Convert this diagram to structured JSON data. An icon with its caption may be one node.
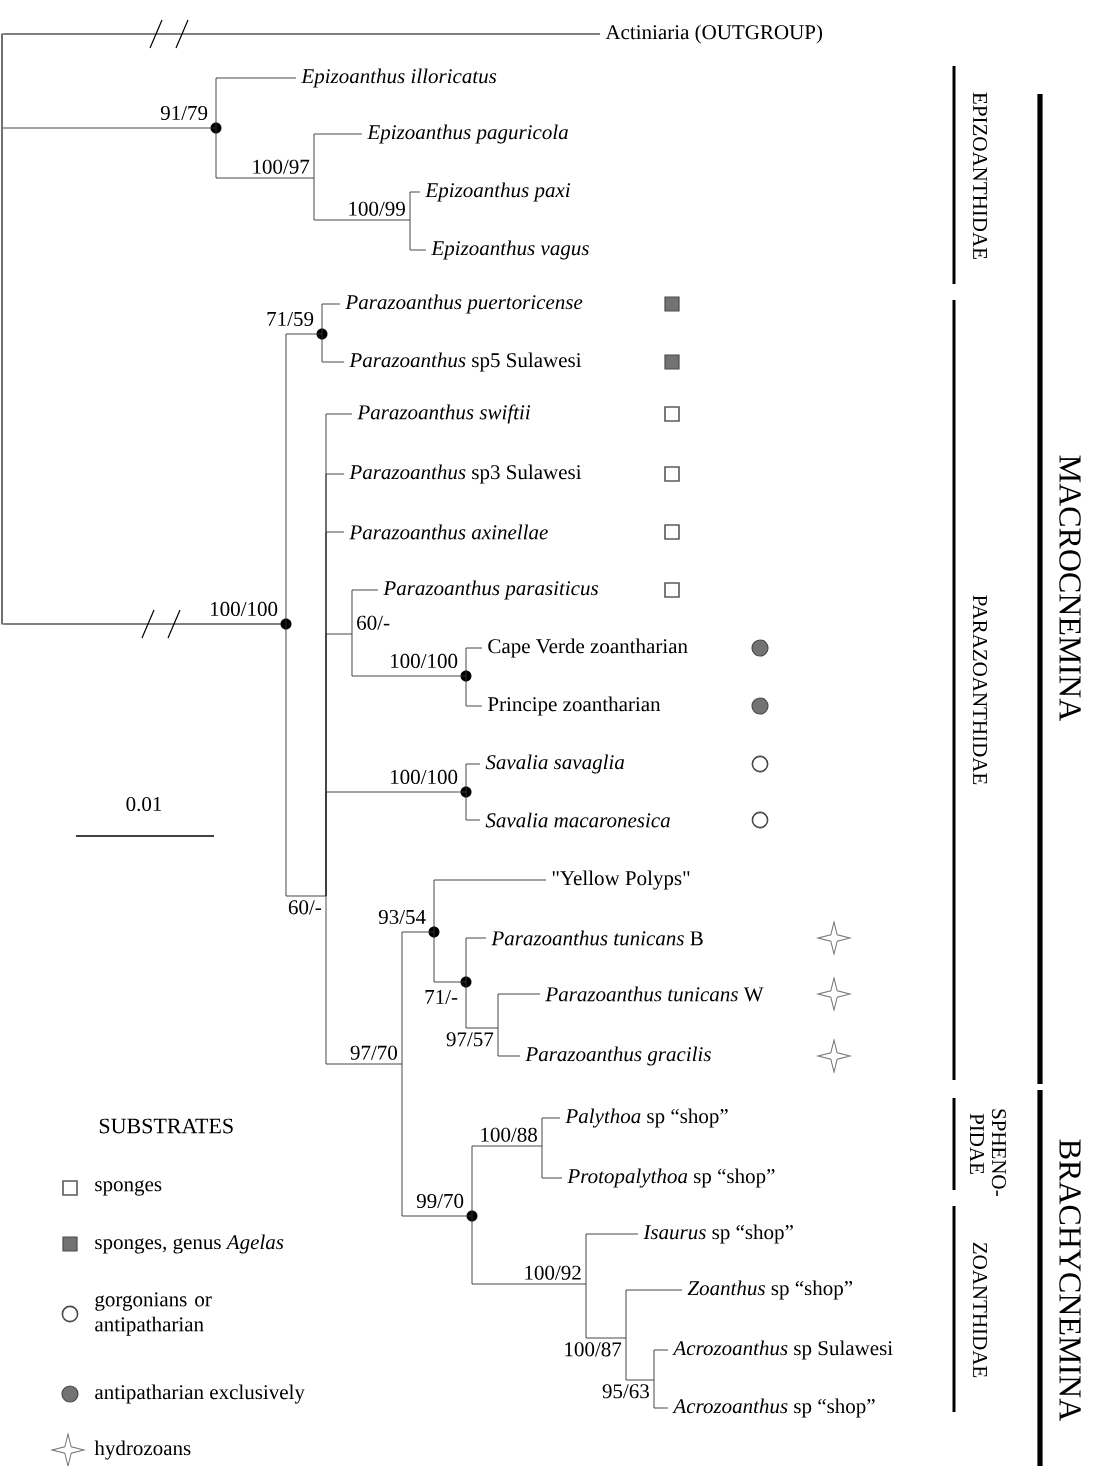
{
  "diagram": {
    "nodes": [
      {
        "text": [],
        "shape": "bar"
      },
      {
        "text": [
          "Actiniaria (OUTGROUP)"
        ]
      },
      {
        "text": [
          "91/79"
        ]
      },
      {
        "text": [
          "Epizoanthus illoricatus"
        ]
      },
      {
        "text": [
          "100/97"
        ]
      },
      {
        "text": [
          "Epizoanthus paguricola"
        ]
      },
      {
        "text": [
          "100/99"
        ]
      },
      {
        "text": [
          "Epizoanthus paxi"
        ]
      },
      {
        "text": [
          "Epizoanthus vagus"
        ]
      },
      {
        "text": [
          "100/100"
        ]
      },
      {
        "text": [
          "71/59"
        ]
      },
      {
        "text": [
          "Parazoanthus puertoricense"
        ]
      },
      {
        "text": [
          "*Parazoanthus* sp5 Sulawesi"
        ]
      },
      {
        "text": [
          "60/-"
        ]
      },
      {
        "text": [
          "Parazoanthus swiftii"
        ]
      },
      {
        "text": [
          "*Parazoanthus* sp3 Sulawesi"
        ]
      },
      {
        "text": [
          "Parazoanthus axinellae"
        ]
      },
      {
        "text": [
          "60/-"
        ]
      },
      {
        "text": [
          "Parazoanthus parasiticus"
        ]
      },
      {
        "text": [
          "100/100"
        ]
      },
      {
        "text": [
          "Cape Verde zoantharian"
        ]
      },
      {
        "text": [
          "Principe zoantharian"
        ]
      },
      {
        "text": [
          "100/100"
        ]
      },
      {
        "text": [
          "Savalia savaglia"
        ]
      },
      {
        "text": [
          "Savalia macaronesica"
        ]
      },
      {
        "text": [
          "97/70"
        ]
      },
      {
        "text": [
          "93/54"
        ]
      },
      {
        "text": [
          "\"Yellow Polyps\""
        ]
      },
      {
        "text": [
          "71/-"
        ]
      },
      {
        "text": [
          "*Parazoanthus tunicans* B"
        ]
      },
      {
        "text": [
          "97/57"
        ]
      },
      {
        "text": [
          "*Parazoanthus tunicans* W"
        ]
      },
      {
        "text": [
          "Parazoanthus gracilis"
        ]
      },
      {
        "text": [
          "99/70"
        ]
      },
      {
        "text": [
          "100/88"
        ]
      },
      {
        "text": [
          "*Palythoa* sp “shop”"
        ]
      },
      {
        "text": [
          "*Protopalythoa* sp “shop”"
        ]
      },
      {
        "text": [
          "100/92"
        ]
      },
      {
        "text": [
          "*Isaurus* sp “shop”"
        ]
      },
      {
        "text": [
          "100/87"
        ]
      },
      {
        "text": [
          "*Zoanthus* sp “shop”"
        ]
      },
      {
        "text": [
          "95/63"
        ]
      },
      {
        "text": [
          "*Acrozoanthus* sp Sulawesi"
        ]
      },
      {
        "text": [
          "*Acrozoanthus* sp “shop”"
        ]
      }
    ],
    "edges": [
      {
        "from": 0,
        "to": 1,
        "arrow": "none"
      },
      {
        "from": 0,
        "to": 2,
        "arrow": "none"
      },
      {
        "from": 0,
        "to": 9,
        "arrow": "none"
      },
      {
        "from": 2,
        "to": 3,
        "arrow": "none"
      },
      {
        "from": 2,
        "to": 4,
        "arrow": "none"
      },
      {
        "from": 4,
        "to": 5,
        "arrow": "none"
      },
      {
        "from": 4,
        "to": 6,
        "arrow": "none"
      },
      {
        "from": 6,
        "to": 7,
        "arrow": "none"
      },
      {
        "from": 6,
        "to": 8,
        "arrow": "none"
      },
      {
        "from": 9,
        "to": 10,
        "arrow": "none"
      },
      {
        "from": 9,
        "to": 13,
        "arrow": "none"
      },
      {
        "from": 10,
        "to": 11,
        "arrow": "none"
      },
      {
        "from": 10,
        "to": 12,
        "arrow": "none"
      },
      {
        "from": 13,
        "to": 14,
        "arrow": "none"
      },
      {
        "from": 13,
        "to": 15,
        "arrow": "none"
      },
      {
        "from": 13,
        "to": 16,
        "arrow": "none"
      },
      {
        "from": 13,
        "to": 17,
        "arrow": "none"
      },
      {
        "from": 13,
        "to": 22,
        "arrow": "none"
      },
      {
        "from": 13,
        "to": 25,
        "arrow": "none"
      },
      {
        "from": 17,
        "to": 18,
        "arrow": "none"
      },
      {
        "from": 17,
        "to": 19,
        "arrow": "none"
      },
      {
        "from": 19,
        "to": 20,
        "arrow": "none"
      },
      {
        "from": 19,
        "to": 21,
        "arrow": "none"
      },
      {
        "from": 22,
        "to": 23,
        "arrow": "none"
      },
      {
        "from": 22,
        "to": 24,
        "arrow": "none"
      },
      {
        "from": 25,
        "to": 26,
        "arrow": "none"
      },
      {
        "from": 25,
        "to": 33,
        "arrow": "none"
      },
      {
        "from": 26,
        "to": 27,
        "arrow": "none"
      },
      {
        "from": 26,
        "to": 28,
        "arrow": "none"
      },
      {
        "from": 28,
        "to": 29,
        "arrow": "none"
      },
      {
        "from": 28,
        "to": 30,
        "arrow": "none"
      },
      {
        "from": 30,
        "to": 31,
        "arrow": "none"
      },
      {
        "from": 30,
        "to": 32,
        "arrow": "none"
      },
      {
        "from": 33,
        "to": 34,
        "arrow": "none"
      },
      {
        "from": 33,
        "to": 37,
        "arrow": "none"
      },
      {
        "from": 34,
        "to": 35,
        "arrow": "none"
      },
      {
        "from": 34,
        "to": 36,
        "arrow": "none"
      },
      {
        "from": 37,
        "to": 38,
        "arrow": "none"
      },
      {
        "from": 37,
        "to": 39,
        "arrow": "none"
      },
      {
        "from": 39,
        "to": 40,
        "arrow": "none"
      },
      {
        "from": 39,
        "to": 41,
        "arrow": "none"
      },
      {
        "from": 41,
        "to": 42,
        "arrow": "none"
      },
      {
        "from": 41,
        "to": 43,
        "arrow": "none"
      }
    ],
    "labels": [
      "EPIZOANTHIDAE",
      "MACROCNEMINA",
      "PARAZOANTHIDAE",
      "0.01",
      "SUBSTRATES",
      "SPHENO- PIDAE",
      "BRACHYCNEMINA",
      "ZOANTHIDAE"
    ],
    "legend": [
      {
        "text": "sponges"
      },
      {
        "text": "sponges, genus *Agelas*"
      },
      {
        "text": "gorgonians or antipatharian"
      },
      {
        "text": "antipatharian exclusively"
      },
      {
        "text": "hydrozoans"
      }
    ]
  }
}
